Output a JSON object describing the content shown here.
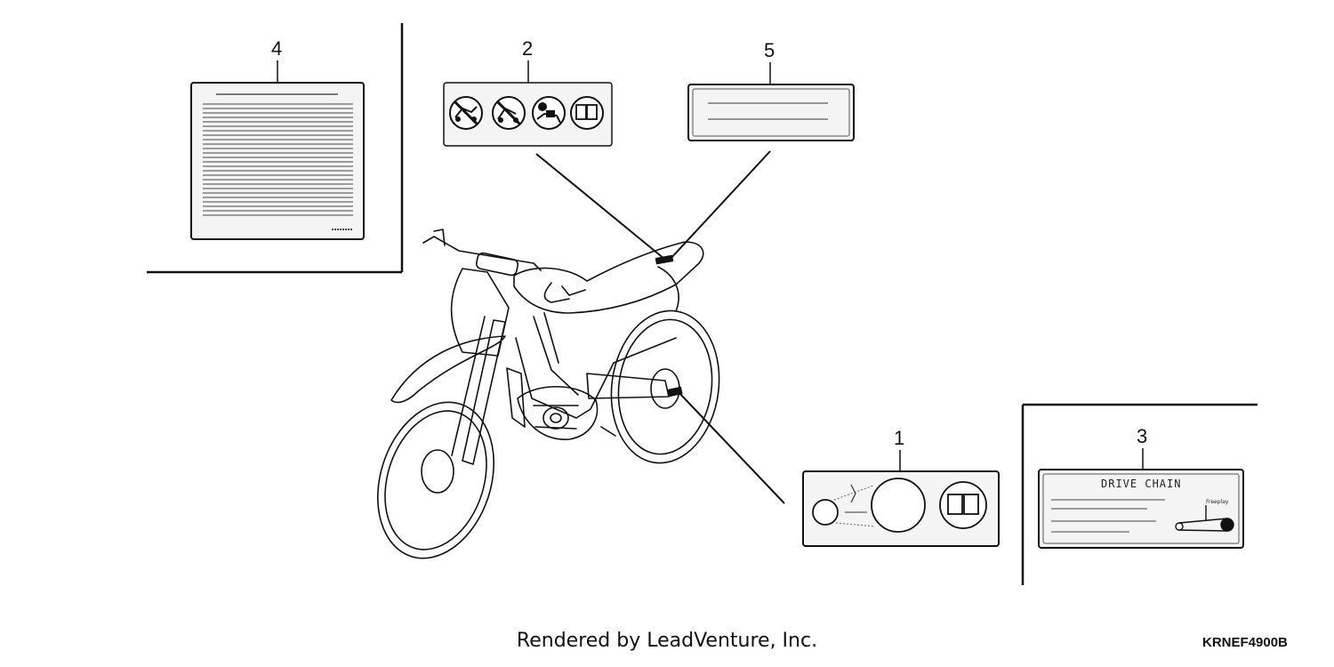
{
  "diagram": {
    "footer": "Rendered by LeadVenture, Inc.",
    "part_code": "KRNEF4900B",
    "callouts": [
      {
        "id": "1",
        "label": "1"
      },
      {
        "id": "2",
        "label": "2"
      },
      {
        "id": "3",
        "label": "3"
      },
      {
        "id": "4",
        "label": "4"
      },
      {
        "id": "5",
        "label": "5"
      }
    ],
    "label_3": {
      "title": "DRIVE CHAIN",
      "small_text": "Freeplay"
    },
    "icons": {
      "label_2": [
        "no-ride-with-passenger-icon",
        "no-road-use-icon",
        "protective-gear-icon",
        "manual-book-icon"
      ],
      "label_1": [
        "tire-pressure-icon",
        "manual-book-icon"
      ]
    },
    "line_color": "#111111",
    "label_fill": "#f4f4f4"
  }
}
